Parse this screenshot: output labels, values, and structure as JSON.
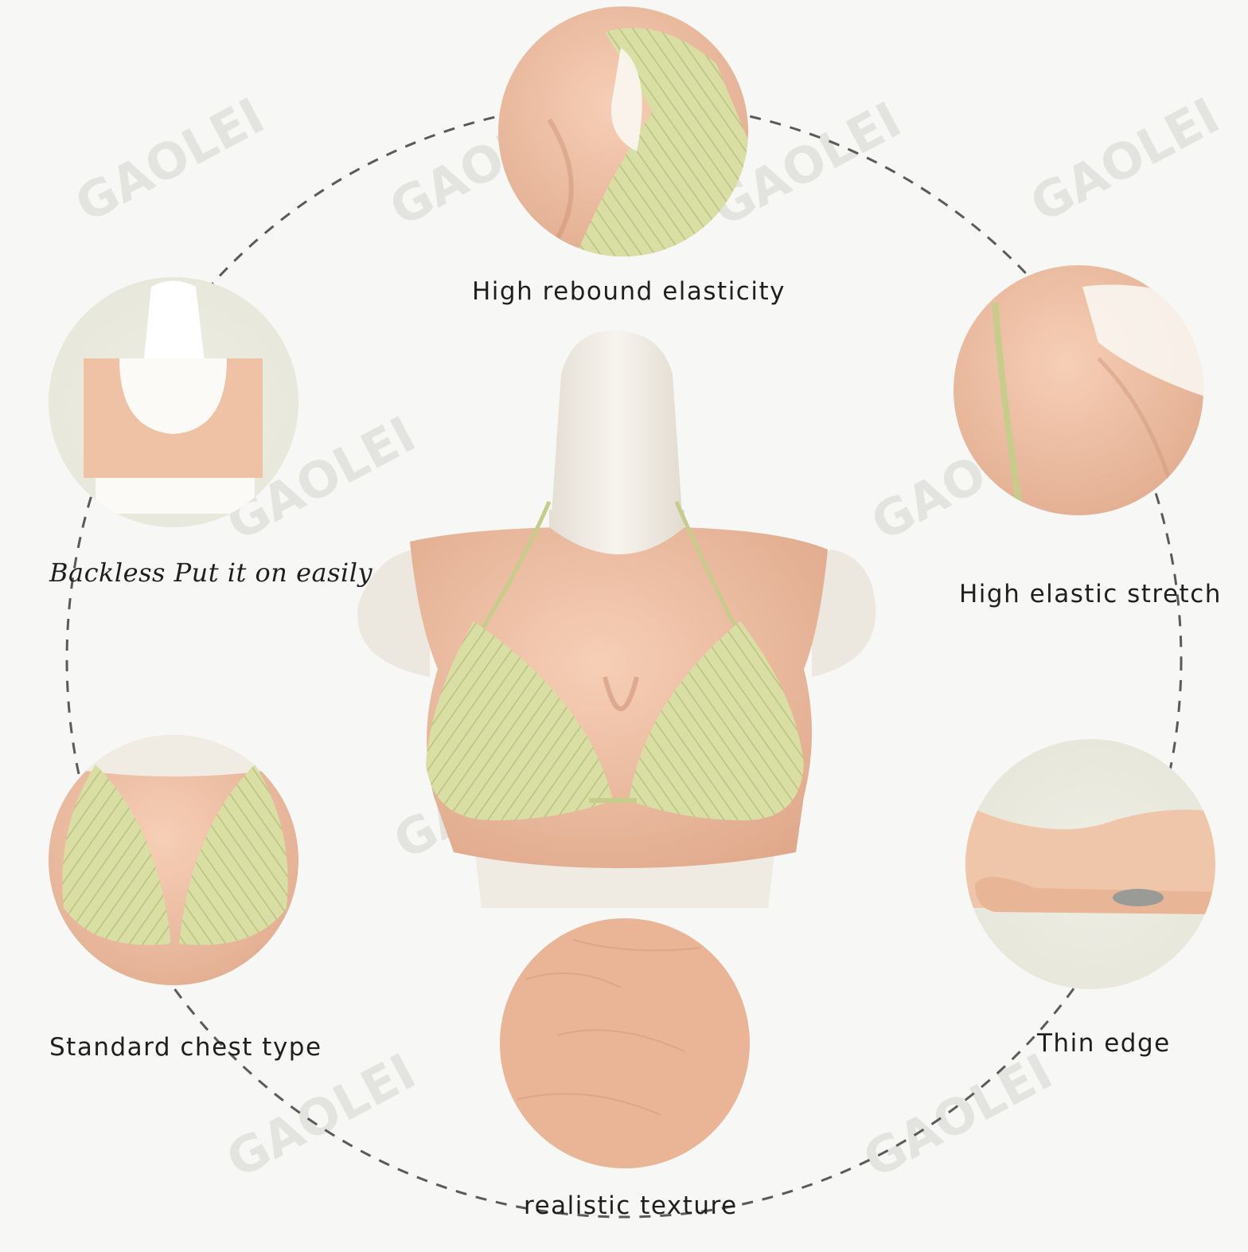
{
  "watermark": {
    "text": "GAOLEI"
  },
  "features": {
    "top": {
      "caption": "High rebound elasticity",
      "icon": "swimsuit-closeup-photo"
    },
    "right_top": {
      "caption": "High elastic stretch",
      "icon": "stretch-strap-photo"
    },
    "right_bottom": {
      "caption": "Thin edge",
      "icon": "thin-edge-coin-photo"
    },
    "bottom": {
      "caption": "realistic texture",
      "icon": "skin-texture-photo"
    },
    "left_bottom": {
      "caption": "Standard chest type",
      "icon": "chest-front-photo"
    },
    "left_top": {
      "caption": "Backless Put it on easily",
      "icon": "backless-back-photo"
    }
  },
  "colors": {
    "background": "#f7f7f5",
    "skin": "#efbfa1",
    "skin_dark": "#d99f82",
    "mannequin": "#f1ede6",
    "bikini": "#d6dca0",
    "bikini_line": "#b4bd7c",
    "dashed_circle": "#555555",
    "text": "#1f1f1f"
  }
}
